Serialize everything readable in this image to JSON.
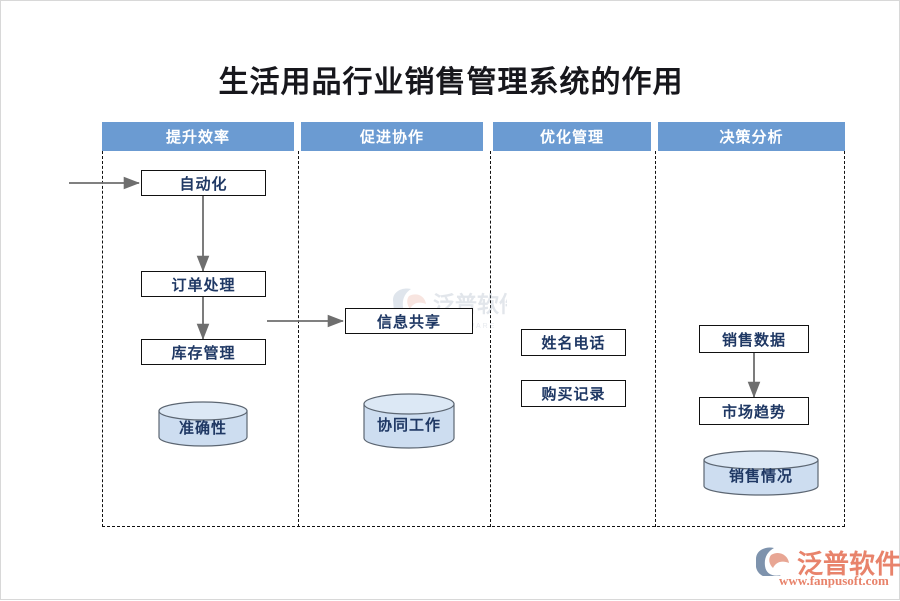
{
  "page": {
    "title": "生活用品行业销售管理系统的作用",
    "background_color": "#ffffff"
  },
  "theme": {
    "header_fill": "#6b9bd2",
    "header_text": "#ffffff",
    "node_text": "#1f3864",
    "node_border": "#111111",
    "cylinder_fill": "#cdddf0",
    "connector": "#7f7f7f",
    "brand_color": "#e8836b"
  },
  "columns": [
    {
      "header": "提升效率",
      "nodes": [
        {
          "label": "自动化"
        },
        {
          "label": "订单处理"
        },
        {
          "label": "库存管理"
        }
      ],
      "cylinder": {
        "label": "准确性"
      }
    },
    {
      "header": "促进协作",
      "nodes": [
        {
          "label": "信息共享"
        }
      ],
      "cylinder": {
        "label": "协同工作"
      }
    },
    {
      "header": "优化管理",
      "nodes": [
        {
          "label": "姓名电话"
        },
        {
          "label": "购买记录"
        }
      ],
      "cylinder": null
    },
    {
      "header": "决策分析",
      "nodes": [
        {
          "label": "销售数据"
        },
        {
          "label": "市场趋势"
        }
      ],
      "cylinder": {
        "label": "销售情况"
      }
    }
  ],
  "logo": {
    "name": "泛普软件",
    "url": "www.fanpusoft.com",
    "mark": "fanpu-swoosh-icon"
  },
  "watermark": {
    "name": "泛普软件",
    "subtitle": "SOFTWARE"
  }
}
